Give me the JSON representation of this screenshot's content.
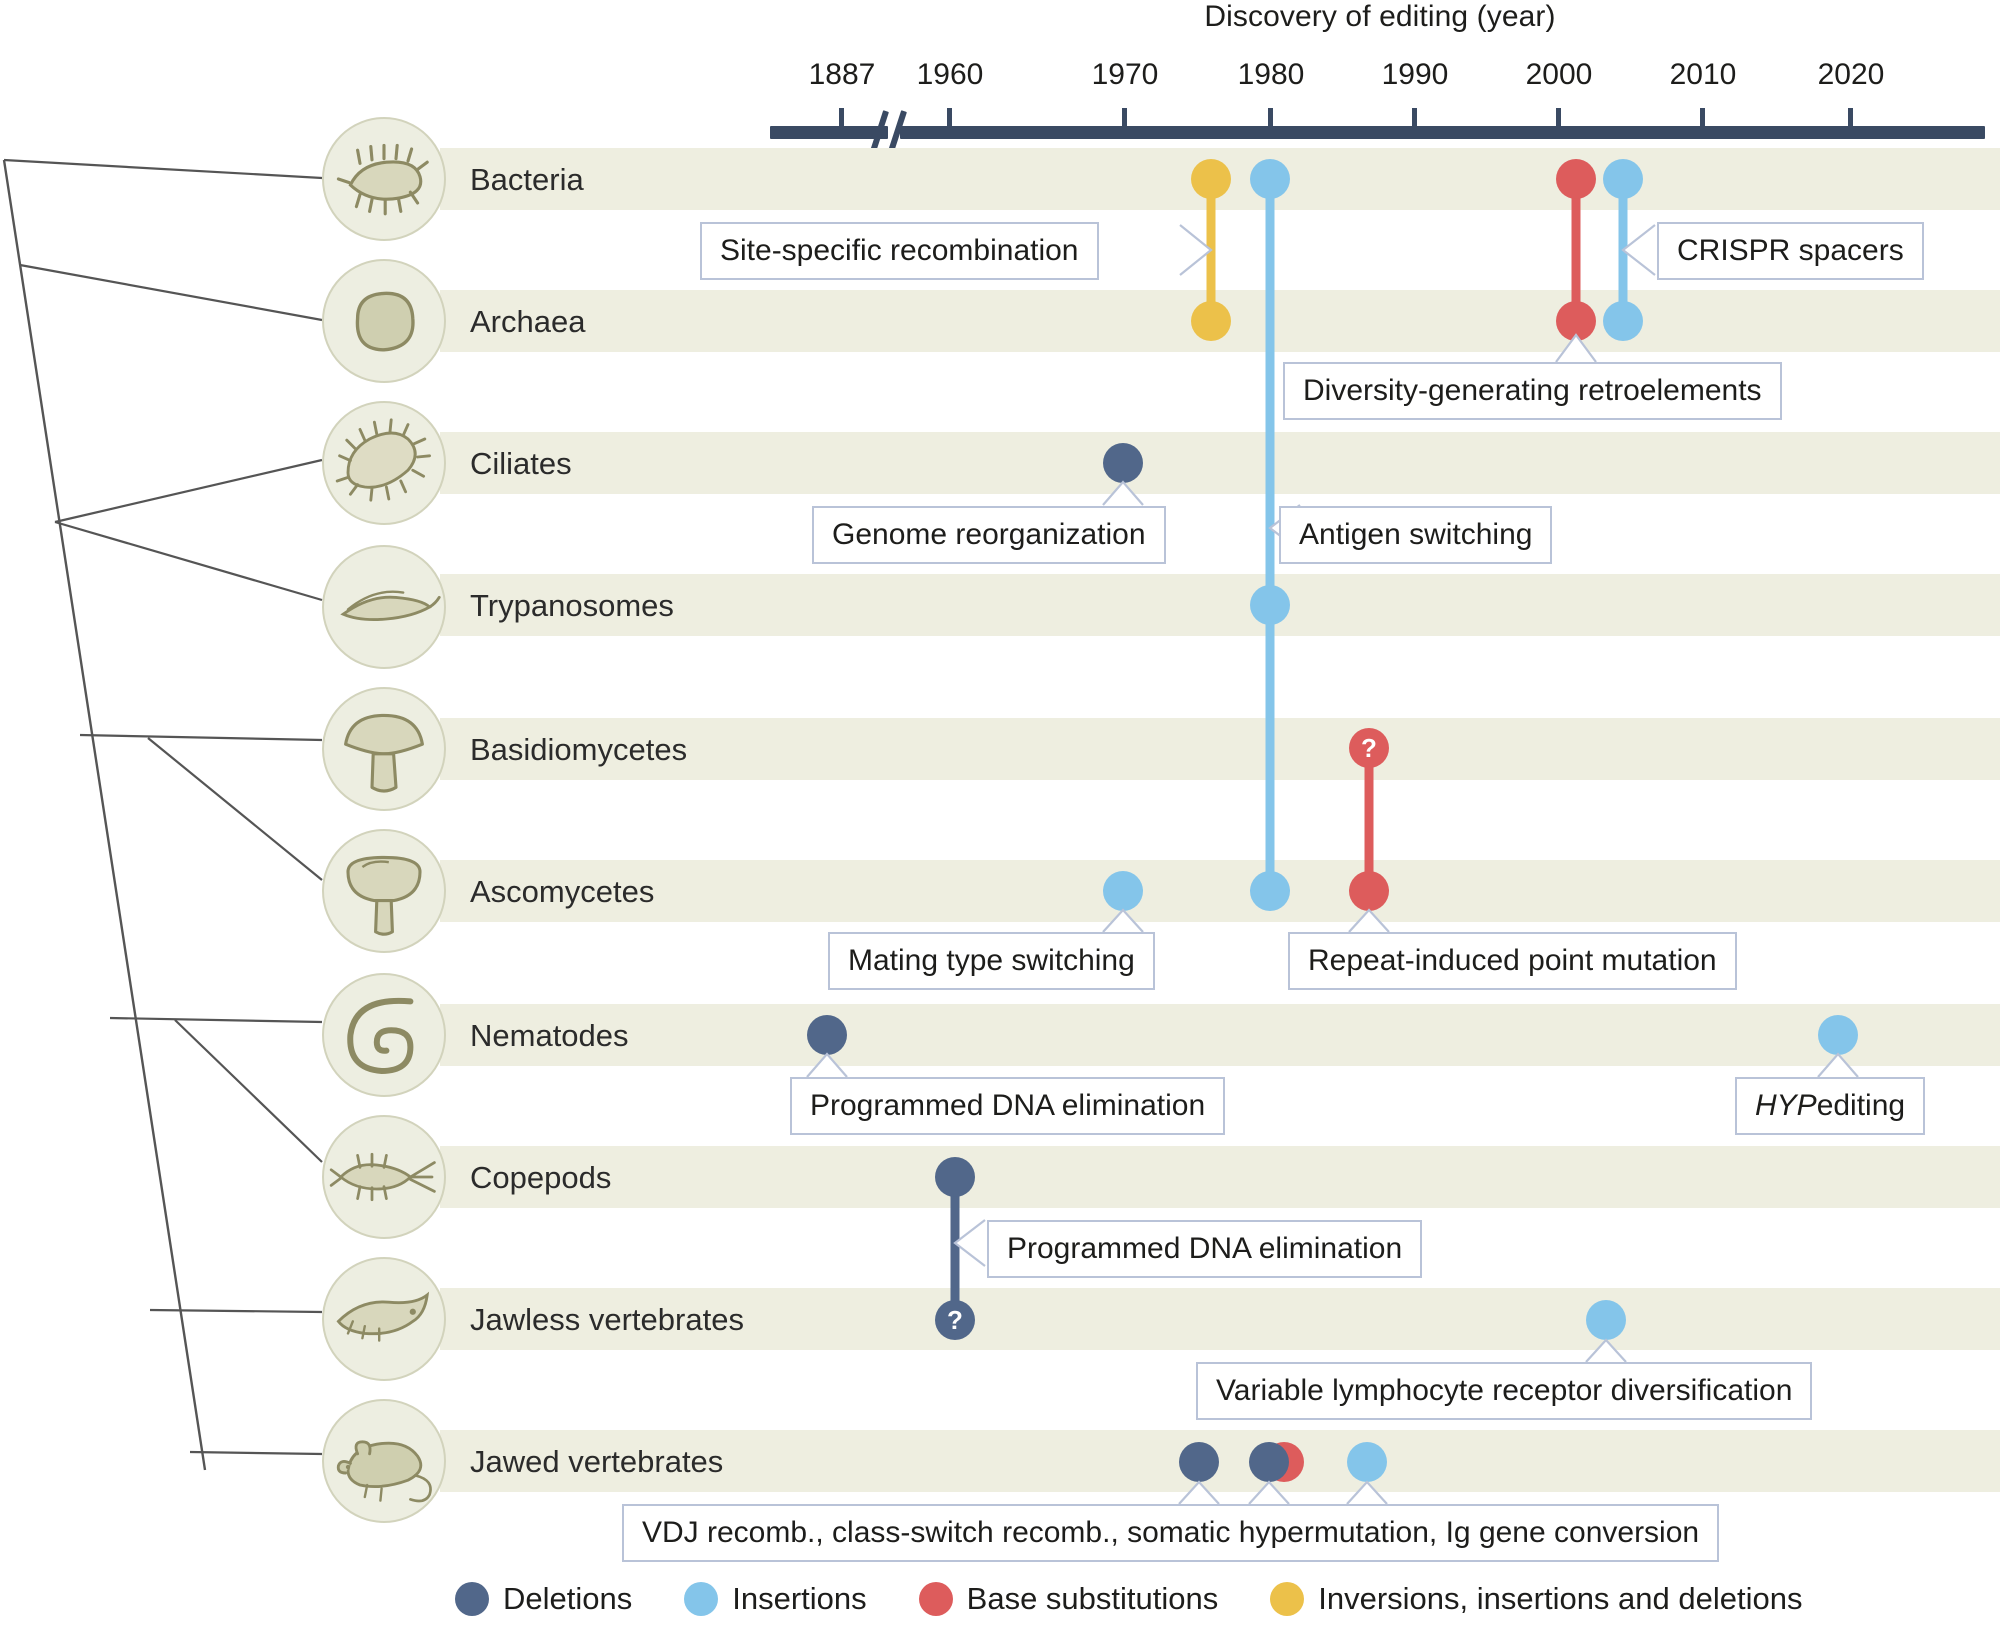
{
  "figure": {
    "axis_title": "Discovery of editing (year)",
    "axis_labels": [
      "1887",
      "1960",
      "1970",
      "1980",
      "1990",
      "2000",
      "2010",
      "2020"
    ],
    "axis_break": true
  },
  "taxa": [
    {
      "label": "Bacteria",
      "icon": "bacterium-icon"
    },
    {
      "label": "Archaea",
      "icon": "archaeon-icon"
    },
    {
      "label": "Ciliates",
      "icon": "ciliate-icon"
    },
    {
      "label": "Trypanosomes",
      "icon": "trypanosome-icon"
    },
    {
      "label": "Basidiomycetes",
      "icon": "mushroom-icon"
    },
    {
      "label": "Ascomycetes",
      "icon": "ascus-icon"
    },
    {
      "label": "Nematodes",
      "icon": "nematode-icon"
    },
    {
      "label": "Copepods",
      "icon": "copepod-icon"
    },
    {
      "label": "Jawless vertebrates",
      "icon": "lamprey-icon"
    },
    {
      "label": "Jawed vertebrates",
      "icon": "mouse-icon"
    }
  ],
  "callouts": [
    {
      "text": "Site-specific recombination"
    },
    {
      "text": "CRISPR spacers"
    },
    {
      "text": "Diversity-generating retroelements"
    },
    {
      "text": "Genome reorganization"
    },
    {
      "text": "Antigen switching"
    },
    {
      "text": "Mating type switching"
    },
    {
      "text": "Repeat-induced point mutation"
    },
    {
      "text": "Programmed DNA elimination"
    },
    {
      "text": "HYP editing",
      "italic_prefix": "HYP",
      "rest": " editing"
    },
    {
      "text": "Programmed DNA elimination"
    },
    {
      "text": "Variable lymphocyte receptor diversification"
    },
    {
      "text": "VDJ recomb., class-switch recomb., somatic hypermutation, Ig gene conversion"
    }
  ],
  "legend": [
    {
      "label": "Deletions",
      "color": "#51678a"
    },
    {
      "label": "Insertions",
      "color": "#84c5ea"
    },
    {
      "label": "Base substitutions",
      "color": "#dd5c5c"
    },
    {
      "label": "Inversions, insertions and deletions",
      "color": "#ecc14a"
    }
  ],
  "markers": {
    "question_mark": "?"
  },
  "chart_data": {
    "type": "timeline",
    "title": "Discovery of editing (year)",
    "xlabel": "Discovery of editing (year)",
    "x_ticks": [
      1887,
      1960,
      1970,
      1980,
      1990,
      2000,
      2010,
      2020
    ],
    "axis_break_between": [
      1887,
      1960
    ],
    "categories": [
      "Bacteria",
      "Archaea",
      "Ciliates",
      "Trypanosomes",
      "Basidiomycetes",
      "Ascomycetes",
      "Nematodes",
      "Copepods",
      "Jawless vertebrates",
      "Jawed vertebrates"
    ],
    "legend_position": "bottom",
    "series": [
      {
        "name": "Deletions",
        "color": "#51678a"
      },
      {
        "name": "Insertions",
        "color": "#84c5ea"
      },
      {
        "name": "Base substitutions",
        "color": "#dd5c5c"
      },
      {
        "name": "Inversions, insertions and deletions",
        "color": "#ecc14a"
      }
    ],
    "events": [
      {
        "taxa": [
          "Bacteria",
          "Archaea"
        ],
        "year": 1977,
        "type": "Inversions, insertions and deletions",
        "label": "Site-specific recombination"
      },
      {
        "taxa": [
          "Bacteria",
          "Trypanosomes",
          "Ascomycetes"
        ],
        "year": 1980,
        "type": "Insertions",
        "label": "Antigen switching"
      },
      {
        "taxa": [
          "Bacteria",
          "Archaea"
        ],
        "year": 2002,
        "type": "Base substitutions",
        "label": "Diversity-generating retroelements"
      },
      {
        "taxa": [
          "Bacteria",
          "Archaea"
        ],
        "year": 2005,
        "type": "Insertions",
        "label": "CRISPR spacers"
      },
      {
        "taxa": [
          "Ciliates"
        ],
        "year": 1970,
        "type": "Deletions",
        "label": "Genome reorganization"
      },
      {
        "taxa": [
          "Basidiomycetes",
          "Ascomycetes"
        ],
        "year": 1988,
        "type": "Base substitutions",
        "label": "Repeat-induced point mutation",
        "uncertain_top": true
      },
      {
        "taxa": [
          "Ascomycetes"
        ],
        "year": 1970,
        "type": "Insertions",
        "label": "Mating type switching"
      },
      {
        "taxa": [
          "Nematodes"
        ],
        "year": 1887,
        "type": "Deletions",
        "label": "Programmed DNA elimination"
      },
      {
        "taxa": [
          "Nematodes"
        ],
        "year": 2019,
        "type": "Insertions",
        "label": "HYP editing"
      },
      {
        "taxa": [
          "Copepods",
          "Jawless vertebrates"
        ],
        "year": 1960,
        "type": "Deletions",
        "label": "Programmed DNA elimination",
        "uncertain_bottom": true
      },
      {
        "taxa": [
          "Jawless vertebrates"
        ],
        "year": 1997,
        "type": "Insertions",
        "label": "Variable lymphocyte receptor diversification"
      },
      {
        "taxa": [
          "Jawed vertebrates"
        ],
        "year": 1976,
        "type": "Deletions",
        "label": "VDJ recomb."
      },
      {
        "taxa": [
          "Jawed vertebrates"
        ],
        "year": 1979,
        "type": "Deletions",
        "label": "class-switch recomb."
      },
      {
        "taxa": [
          "Jawed vertebrates"
        ],
        "year": 1980,
        "type": "Base substitutions",
        "label": "somatic hypermutation"
      },
      {
        "taxa": [
          "Jawed vertebrates"
        ],
        "year": 1984,
        "type": "Insertions",
        "label": "Ig gene conversion"
      }
    ]
  }
}
